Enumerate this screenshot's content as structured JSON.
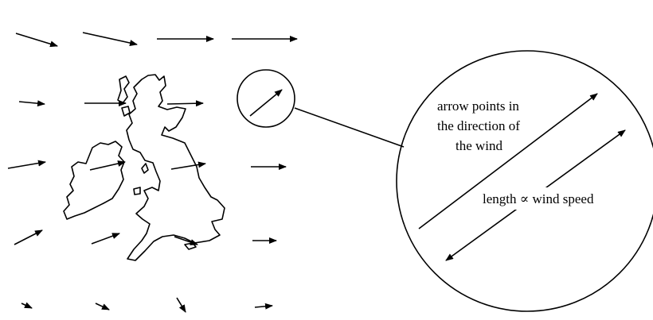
{
  "labels": {
    "direction_line1": "arrow points in",
    "direction_line2": "the direction of",
    "direction_line3": "the wind",
    "speed": "length ∝ wind speed"
  },
  "wind_arrows": [
    {
      "row": 1,
      "col": 1
    },
    {
      "row": 1,
      "col": 2
    },
    {
      "row": 1,
      "col": 3
    },
    {
      "row": 1,
      "col": 4
    },
    {
      "row": 2,
      "col": 1
    },
    {
      "row": 2,
      "col": 2
    },
    {
      "row": 2,
      "col": 3
    },
    {
      "row": 3,
      "col": 1
    },
    {
      "row": 3,
      "col": 2
    },
    {
      "row": 3,
      "col": 3
    },
    {
      "row": 3,
      "col": 4
    },
    {
      "row": 4,
      "col": 1
    },
    {
      "row": 4,
      "col": 2
    },
    {
      "row": 4,
      "col": 3
    },
    {
      "row": 4,
      "col": 4
    },
    {
      "row": 5,
      "col": 1
    },
    {
      "row": 5,
      "col": 2
    },
    {
      "row": 5,
      "col": 3
    },
    {
      "row": 5,
      "col": 4
    }
  ],
  "colors": {
    "ink": "#000000",
    "background": "#ffffff"
  }
}
